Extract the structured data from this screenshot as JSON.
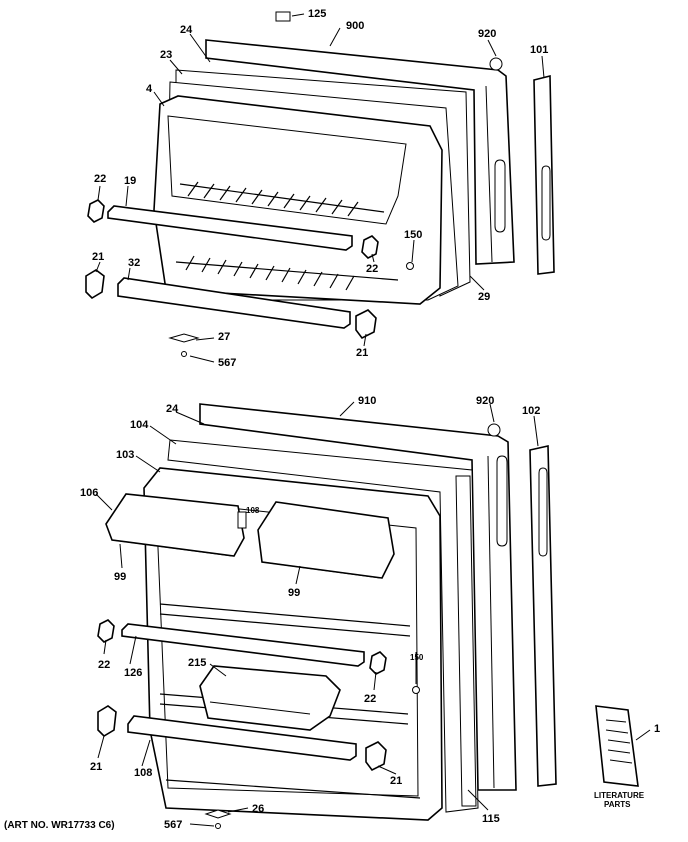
{
  "diagram": {
    "art_number": "(ART NO. WR17733 C6)",
    "literature_caption": [
      "LITERATURE",
      "PARTS"
    ],
    "labels": {
      "l125": "125",
      "l900": "900",
      "l920a": "920",
      "l101": "101",
      "l24a": "24",
      "l23": "23",
      "l4": "4",
      "l22a": "22",
      "l19": "19",
      "l21a": "21",
      "l32": "32",
      "l150a": "150",
      "l22b": "22",
      "l29": "29",
      "l27": "27",
      "l567a": "567",
      "l21b": "21",
      "l910": "910",
      "l920b": "920",
      "l102": "102",
      "l24b": "24",
      "l104": "104",
      "l103": "103",
      "l106": "106",
      "l108a": "108",
      "l99a": "99",
      "l99b": "99",
      "l22c": "22",
      "l126": "126",
      "l215": "215",
      "l150b": "150",
      "l22d": "22",
      "l21c": "21",
      "l108b": "108",
      "l21d": "21",
      "l1": "1",
      "l115": "115",
      "l567b": "567",
      "l26": "26"
    }
  }
}
